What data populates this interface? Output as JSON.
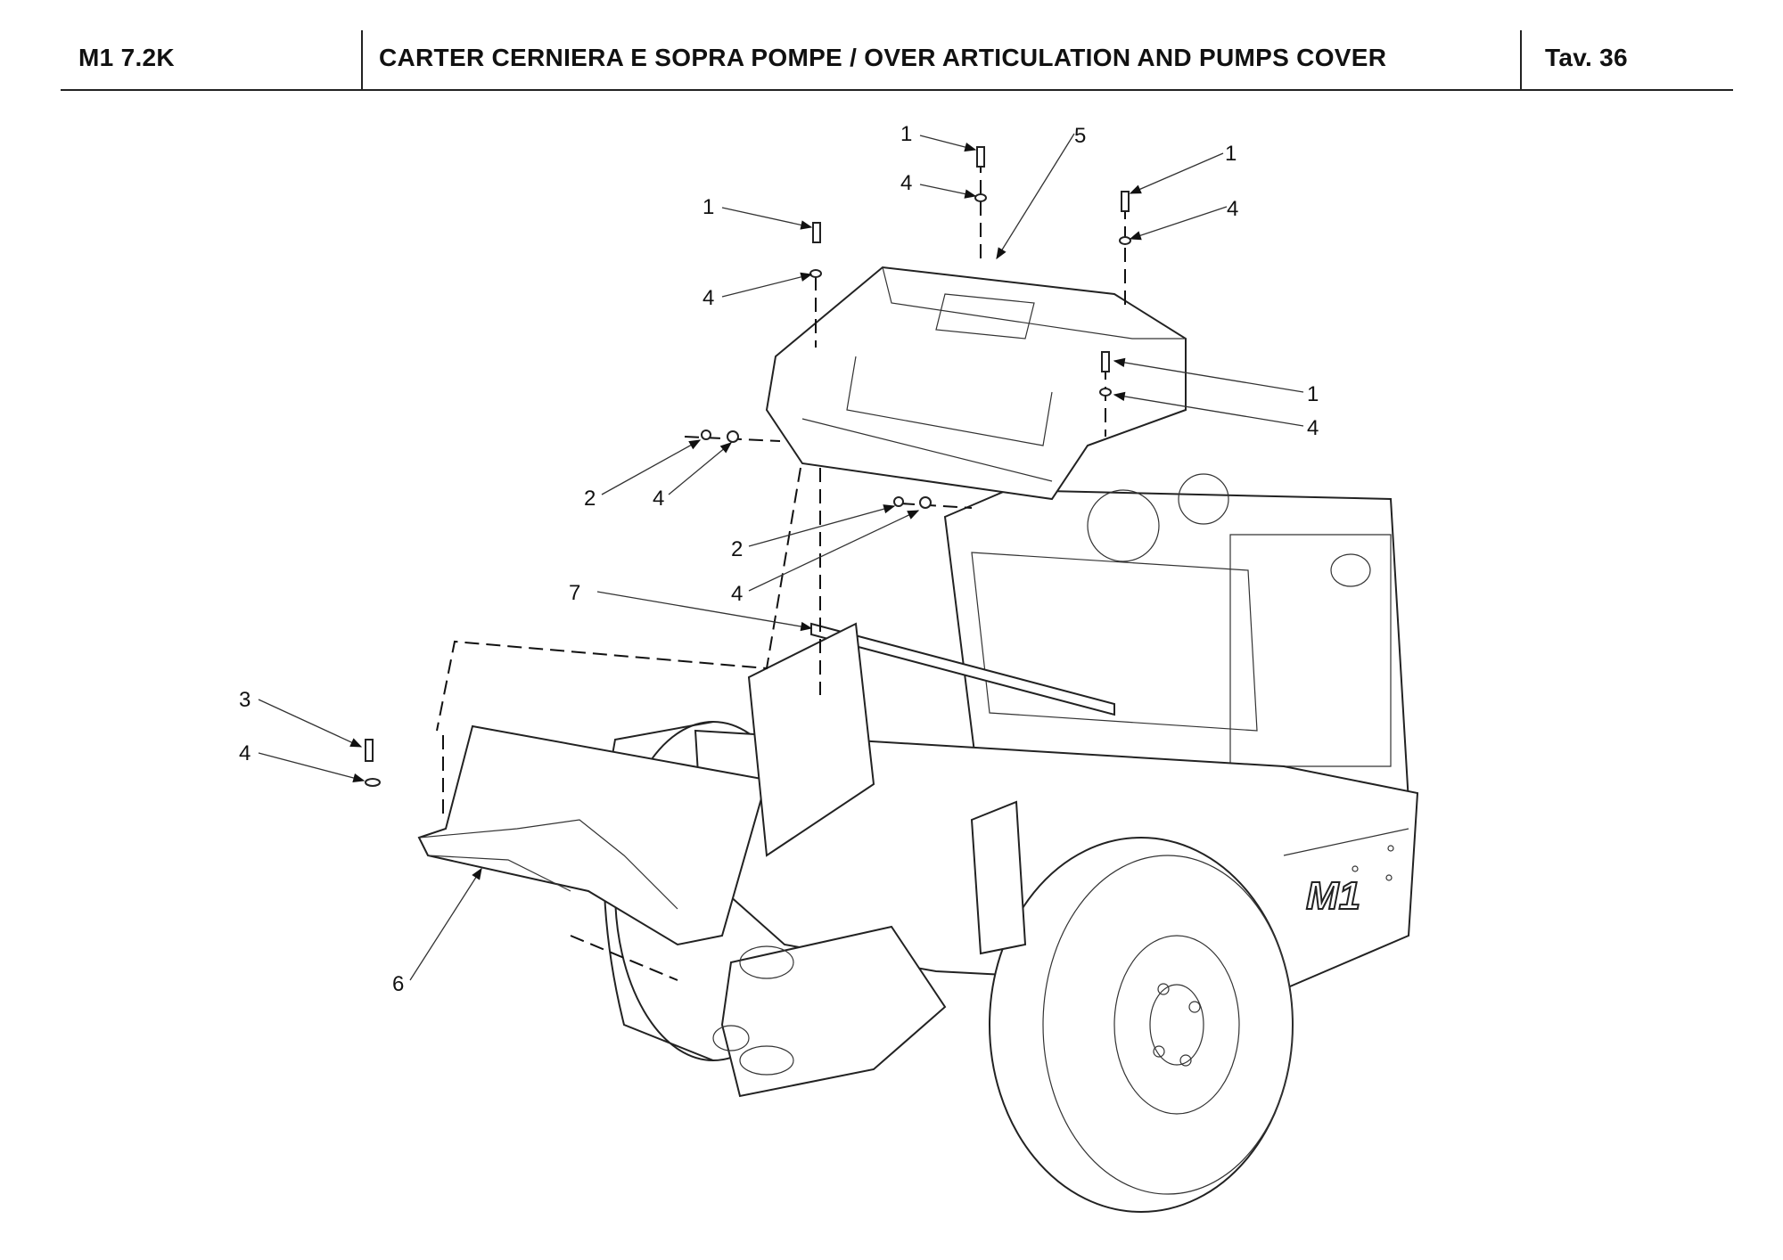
{
  "header": {
    "model": "M1 7.2K",
    "title": "CARTER CERNIERA E SOPRA POMPE / OVER ARTICULATION AND PUMPS COVER",
    "table_ref": "Tav.  36"
  },
  "diagram": {
    "callouts": [
      {
        "id": "c1a",
        "label": "1",
        "part": "screw"
      },
      {
        "id": "c4a",
        "label": "4",
        "part": "washer"
      },
      {
        "id": "c5",
        "label": "5",
        "part": "articulation cover"
      },
      {
        "id": "c1b",
        "label": "1",
        "part": "screw"
      },
      {
        "id": "c4b",
        "label": "4",
        "part": "washer"
      },
      {
        "id": "c1c",
        "label": "1",
        "part": "screw"
      },
      {
        "id": "c4c",
        "label": "4",
        "part": "washer"
      },
      {
        "id": "c1d",
        "label": "1",
        "part": "screw"
      },
      {
        "id": "c4d",
        "label": "4",
        "part": "washer"
      },
      {
        "id": "c2a",
        "label": "2",
        "part": "screw"
      },
      {
        "id": "c4e",
        "label": "4",
        "part": "washer"
      },
      {
        "id": "c2b",
        "label": "2",
        "part": "screw"
      },
      {
        "id": "c4f",
        "label": "4",
        "part": "washer"
      },
      {
        "id": "c7",
        "label": "7",
        "part": "bracket"
      },
      {
        "id": "c3",
        "label": "3",
        "part": "screw"
      },
      {
        "id": "c4g",
        "label": "4",
        "part": "washer"
      },
      {
        "id": "c6",
        "label": "6",
        "part": "pumps cover"
      }
    ],
    "machine_logo": "M1"
  }
}
